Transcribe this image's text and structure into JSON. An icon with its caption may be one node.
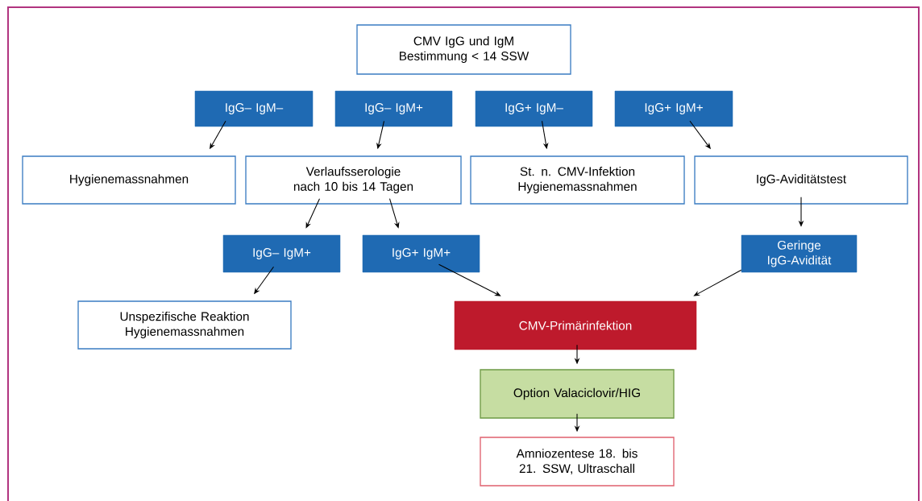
{
  "diagram": {
    "nodes": [
      {
        "text": [
          "CMV IgG und IgM Bestimmung < 14 SSW"
        ]
      },
      {
        "text": [
          "IgG– IgM–"
        ]
      },
      {
        "text": [
          "IgG– IgM+"
        ]
      },
      {
        "text": [
          "IgG+ IgM–"
        ]
      },
      {
        "text": [
          "IgG+ IgM+"
        ]
      },
      {
        "text": [
          "Hygienemassnahmen"
        ]
      },
      {
        "text": [
          "Verlaufsserologie nach 10 bis 14 Tagen"
        ]
      },
      {
        "text": [
          "St. n. CMV-Infektion Hygienemassnahmen"
        ]
      },
      {
        "text": [
          "IgG-Aviditätstest"
        ]
      },
      {
        "text": [
          "IgG– IgM+"
        ]
      },
      {
        "text": [
          "IgG+ IgM+"
        ]
      },
      {
        "text": [
          "Geringe IgG-Avidität"
        ]
      },
      {
        "text": [
          "Unspezifische Reaktion Hygienemassnahmen"
        ]
      },
      {
        "text": [
          "CMV-Primärinfektion"
        ]
      },
      {
        "text": [
          "Option Valaciclovir/HIG"
        ]
      },
      {
        "text": [
          "Amniozentese 18. bis 21. SSW, Ultraschall"
        ]
      }
    ],
    "edges": [
      {
        "from": 1,
        "to": 5,
        "arrow": "to"
      },
      {
        "from": 2,
        "to": 6,
        "arrow": "to"
      },
      {
        "from": 3,
        "to": 7,
        "arrow": "to"
      },
      {
        "from": 4,
        "to": 8,
        "arrow": "to"
      },
      {
        "from": 6,
        "to": 9,
        "arrow": "to"
      },
      {
        "from": 6,
        "to": 10,
        "arrow": "to"
      },
      {
        "from": 8,
        "to": 11,
        "arrow": "to"
      },
      {
        "from": 9,
        "to": 12,
        "arrow": "to"
      },
      {
        "from": 10,
        "to": 13,
        "arrow": "to"
      },
      {
        "from": 11,
        "to": 13,
        "arrow": "to"
      },
      {
        "from": 13,
        "to": 14,
        "arrow": "to"
      },
      {
        "from": 14,
        "to": 15,
        "arrow": "to"
      }
    ]
  }
}
